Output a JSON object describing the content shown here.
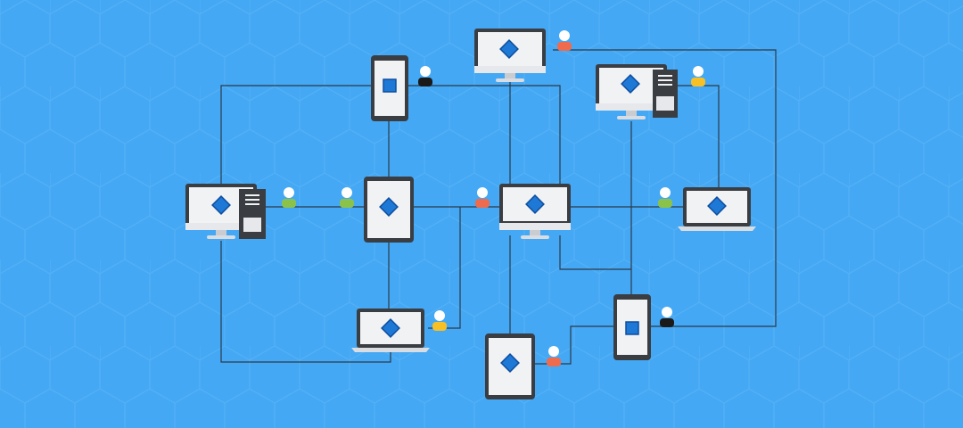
{
  "colors": {
    "background": "#44A8F4",
    "pattern": "#5BB4F6",
    "wire": "#2B3A4A",
    "device_body": "#3A3D42",
    "screen": "#F1F2F4",
    "stand": "#D9DCE0",
    "diamond": "#1E78D6",
    "diamond_border": "#0D4E9E",
    "tower": "#3A3D42"
  },
  "diagram": {
    "type": "network-topology",
    "devices": [
      {
        "id": "monitor-top-center",
        "kind": "monitor",
        "user": "orange"
      },
      {
        "id": "phone-top-left",
        "kind": "phone",
        "user": "black"
      },
      {
        "id": "workstation-top-right",
        "kind": "workstation",
        "user": "yellow"
      },
      {
        "id": "workstation-left",
        "kind": "workstation",
        "user": "green"
      },
      {
        "id": "tablet-center-left",
        "kind": "tablet",
        "user": "green"
      },
      {
        "id": "monitor-center",
        "kind": "monitor",
        "user": "orange"
      },
      {
        "id": "laptop-right",
        "kind": "laptop",
        "user": "green"
      },
      {
        "id": "laptop-bottom-left",
        "kind": "laptop",
        "user": "yellow"
      },
      {
        "id": "phone-bottom-right",
        "kind": "phone",
        "user": "black"
      },
      {
        "id": "tablet-bottom-center",
        "kind": "tablet",
        "user": "orange"
      }
    ],
    "user_colors": {
      "orange": "#EE6B4D",
      "green": "#8BC34A",
      "yellow": "#F6C026",
      "black": "#1A1A1A"
    }
  }
}
